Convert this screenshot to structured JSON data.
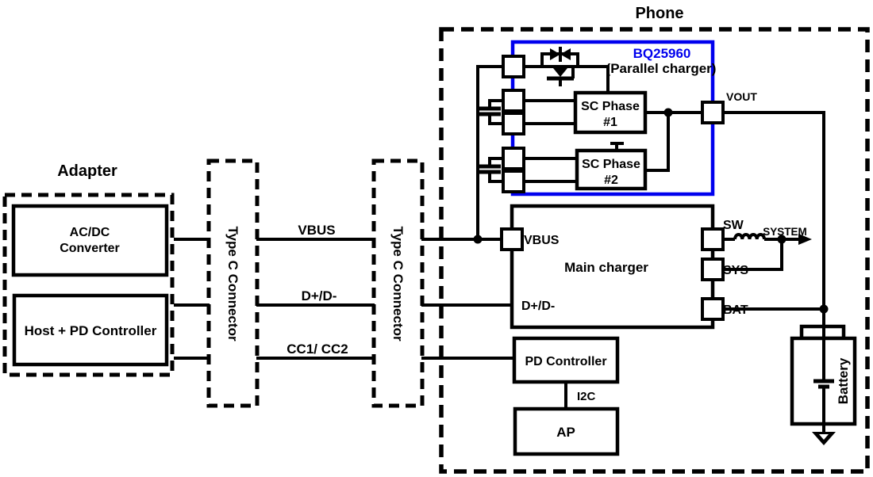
{
  "colors": {
    "line": "#000000",
    "background": "#FFFFFF",
    "accent_blue": "#0000EE"
  },
  "adapter": {
    "title": "Adapter",
    "acdc_line1": "AC/DC",
    "acdc_line2": "Converter",
    "host_pd": "Host + PD Controller"
  },
  "connectors": {
    "typec_left": "Type C Connector",
    "typec_right": "Type C Connector"
  },
  "signals": {
    "vbus": "VBUS",
    "data": "D+/D-",
    "cc": "CC1/ CC2"
  },
  "phone": {
    "title": "Phone",
    "bq": {
      "part": "BQ25960",
      "subtitle": "(Parallel charger)",
      "sc1_line1": "SC Phase",
      "sc1_line2": "#1",
      "sc2_line1": "SC Phase",
      "sc2_line2": "#2",
      "pin_vout": "VOUT"
    },
    "main_charger": {
      "label": "Main charger",
      "pin_vbus": "VBUS",
      "pin_data": "D+/D-",
      "pin_sw": "SW",
      "pin_sys": "SYS",
      "pin_bat": "BAT",
      "system_net": "SYSTEM"
    },
    "pd_controller": "PD Controller",
    "i2c_bus": "I2C",
    "ap": "AP",
    "battery": "Battery"
  }
}
